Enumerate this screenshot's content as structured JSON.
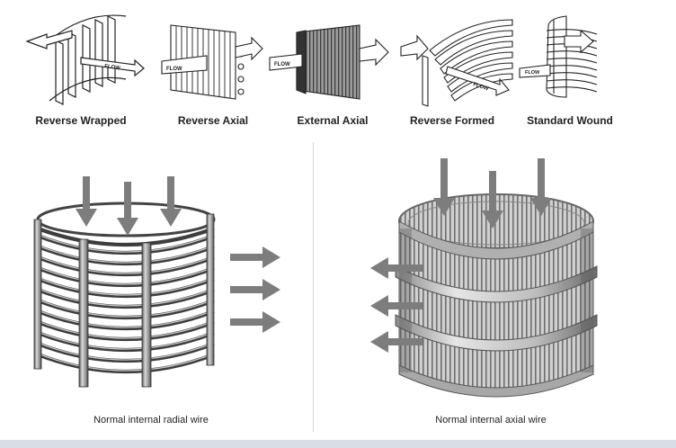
{
  "top_row": [
    {
      "label": "Reverse Wrapped",
      "arrow_text": "FLOW"
    },
    {
      "label": "Reverse Axial",
      "arrow_text": "FLOW"
    },
    {
      "label": "External Axial",
      "arrow_text": "FLOW"
    },
    {
      "label": "Reverse Formed",
      "arrow_text": "FLOW"
    },
    {
      "label": "Standard Wound",
      "arrow_text": "FLOW"
    }
  ],
  "bottom": {
    "left_caption": "Normal internal radial wire",
    "right_caption": "Normal internal axial wire"
  },
  "colors": {
    "arrow_gray": "#7d7d7d",
    "wire_dark": "#555555",
    "wire_light": "#bdbdbd",
    "footer": "#d9dde6"
  }
}
